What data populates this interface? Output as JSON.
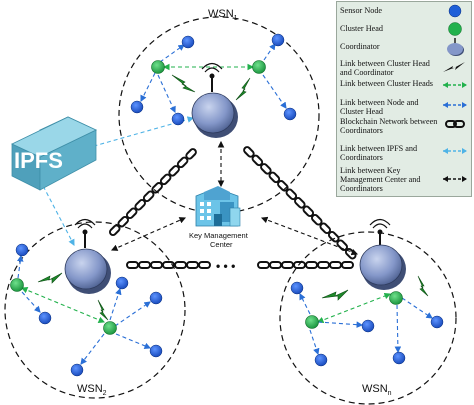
{
  "wsn_labels": {
    "wsn1_main": "WSN",
    "wsn1_sub": "1",
    "wsn2_main": "WSN",
    "wsn2_sub": "2",
    "wsnn_main": "WSN",
    "wsnn_sub": "n"
  },
  "ipfs_label": "IPFS",
  "kmc_line1": "Key Management",
  "kmc_line2": "Center",
  "ellipsis": "• • •",
  "legend": {
    "sensor_node": "Sensor Node",
    "cluster_head": "Cluster Head",
    "coordinator": "Coordinator",
    "link_ch_coord": "Link between Cluster Head and Coordinator",
    "link_ch_ch": "Link between Cluster Heads",
    "link_node_ch": "Link between Node and Cluster Head",
    "blockchain": "Blockchain Network between Coordinators",
    "link_ipfs": "Link between IPFS and Coordinators",
    "link_kmc": "Link between Key Management Center and Coordinators"
  },
  "colors": {
    "sensor_node": "#1f5fd8",
    "cluster_head": "#22b14c",
    "coordinator": "#8497c9",
    "ipfs_cube": "#5fb0c9",
    "legend_bg": "#e2ece4",
    "lightning": "#1e8a2a"
  }
}
